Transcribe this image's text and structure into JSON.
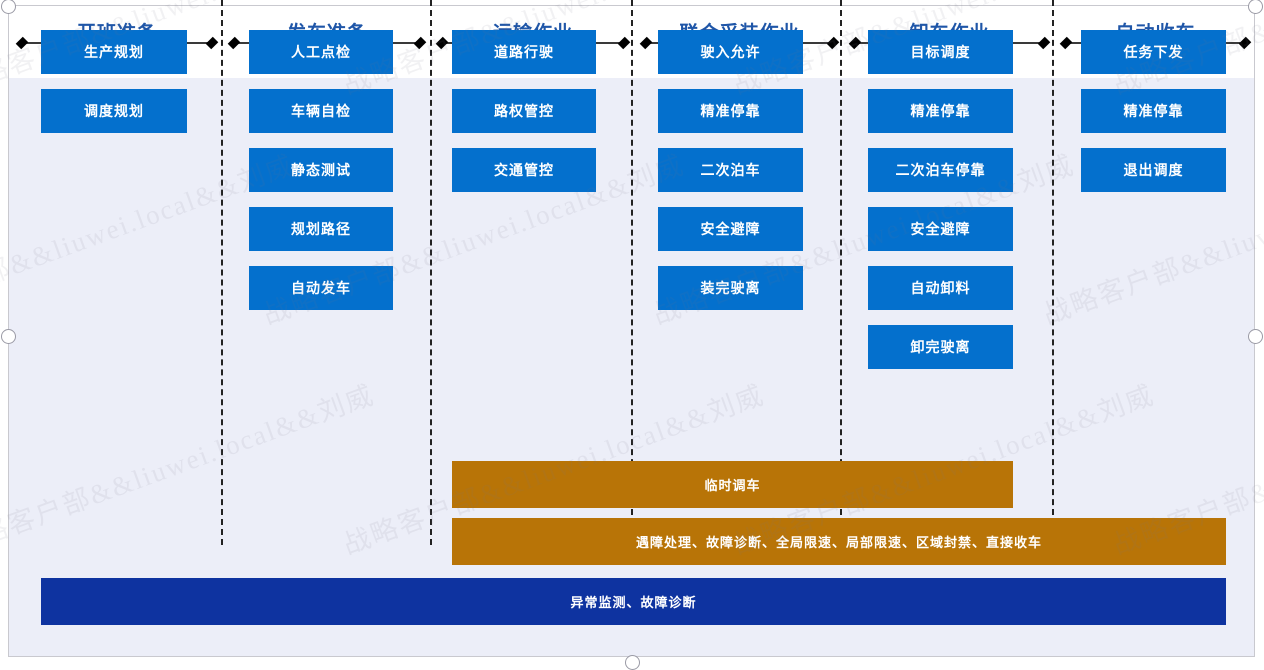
{
  "diagram": {
    "watermark_text": "战略客户部&&liuwei.local&&刘威",
    "colors": {
      "node_blue": "#0470cd",
      "banner_orange": "#b87407",
      "banner_navy": "#0e33a0",
      "panel_background": "#eceef8",
      "phase_title": "#1f56a8"
    },
    "phases": [
      {
        "title": "开班准备",
        "nodes": [
          "生产规划",
          "调度规划"
        ]
      },
      {
        "title": "发车准备",
        "nodes": [
          "人工点检",
          "车辆自检",
          "静态测试",
          "规划路径",
          "自动发车"
        ]
      },
      {
        "title": "运输作业",
        "nodes": [
          "道路行驶",
          "路权管控",
          "交通管控"
        ]
      },
      {
        "title": "联合采装作业",
        "nodes": [
          "驶入允许",
          "精准停靠",
          "二次泊车",
          "安全避障",
          "装完驶离"
        ]
      },
      {
        "title": "卸车作业",
        "nodes": [
          "目标调度",
          "精准停靠",
          "二次泊车停靠",
          "安全避障",
          "自动卸料",
          "卸完驶离"
        ]
      },
      {
        "title": "自动收车",
        "nodes": [
          "任务下发",
          "精准停靠",
          "退出调度"
        ]
      }
    ],
    "banners": [
      {
        "label": "临时调车",
        "style": "orange"
      },
      {
        "label": "遇障处理、故障诊断、全局限速、局部限速、区域封禁、直接收车",
        "style": "orange"
      },
      {
        "label": "异常监测、故障诊断",
        "style": "navy"
      }
    ]
  }
}
